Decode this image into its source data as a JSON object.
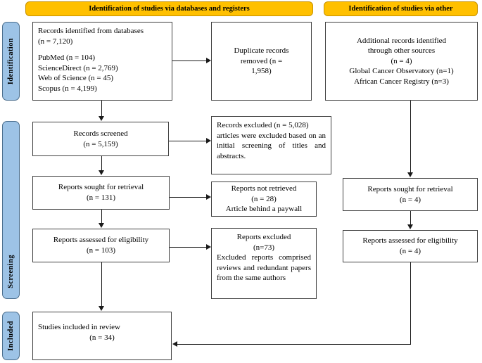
{
  "diagram": {
    "title": "PRISMA flow diagram",
    "colors": {
      "banner_fill": "#FFC000",
      "stage_fill": "#9DC3E6",
      "box_border": "#404040",
      "connector": "#1a1a1a",
      "background": "#FFFFFF"
    }
  },
  "banners": [
    {
      "id": "databases",
      "label": "Identification of studies via databases and registers"
    },
    {
      "id": "other",
      "label": "Identification of studies via other"
    }
  ],
  "stages": [
    {
      "id": "identification",
      "label": "Identification"
    },
    {
      "id": "screening",
      "label": "Screening"
    },
    {
      "id": "included",
      "label": "Included"
    }
  ],
  "boxes": {
    "records_identified": {
      "l1": "Records identified from databases",
      "l2": "(n = 7,120)",
      "l3": "PubMed (n = 104)",
      "l4": "ScienceDirect (n = 2,769)",
      "l5": "Web of Science (n = 45)",
      "l6": "Scopus (n = 4,199)"
    },
    "duplicates_removed": {
      "l1": "Duplicate records",
      "l2": "removed (n =",
      "l3": "1,958)"
    },
    "additional_records": {
      "l1": "Additional records identified",
      "l2": "through other sources",
      "l3": "(n = 4)",
      "l4": "Global Cancer Observatory (n=1)",
      "l5": "African Cancer Registry (n=3)"
    },
    "records_screened": {
      "l1": "Records screened",
      "l2": "(n = 5,159)"
    },
    "records_excluded": {
      "l1": "Records excluded (n = 5,028)",
      "l2": "articles were excluded based on an initial screening of titles and abstracts."
    },
    "reports_sought_left": {
      "l1": "Reports sought for retrieval",
      "l2": "(n = 131)"
    },
    "reports_not_retrieved": {
      "l1": "Reports not retrieved",
      "l2": "(n = 28)",
      "l3": "Article behind a paywall"
    },
    "reports_assessed_left": {
      "l1": "Reports assessed for eligibility",
      "l2": "(n = 103)"
    },
    "reports_excluded": {
      "l1": "Reports excluded",
      "l2": "(n=73)",
      "l3": "Excluded reports comprised reviews and redundant papers from the same authors"
    },
    "reports_sought_right": {
      "l1": "Reports sought for retrieval",
      "l2": "(n = 4)"
    },
    "reports_assessed_right": {
      "l1": "Reports assessed for eligibility",
      "l2": "(n = 4)"
    },
    "studies_included": {
      "l1": "Studies included in review",
      "l2": "(n = 34)"
    }
  }
}
